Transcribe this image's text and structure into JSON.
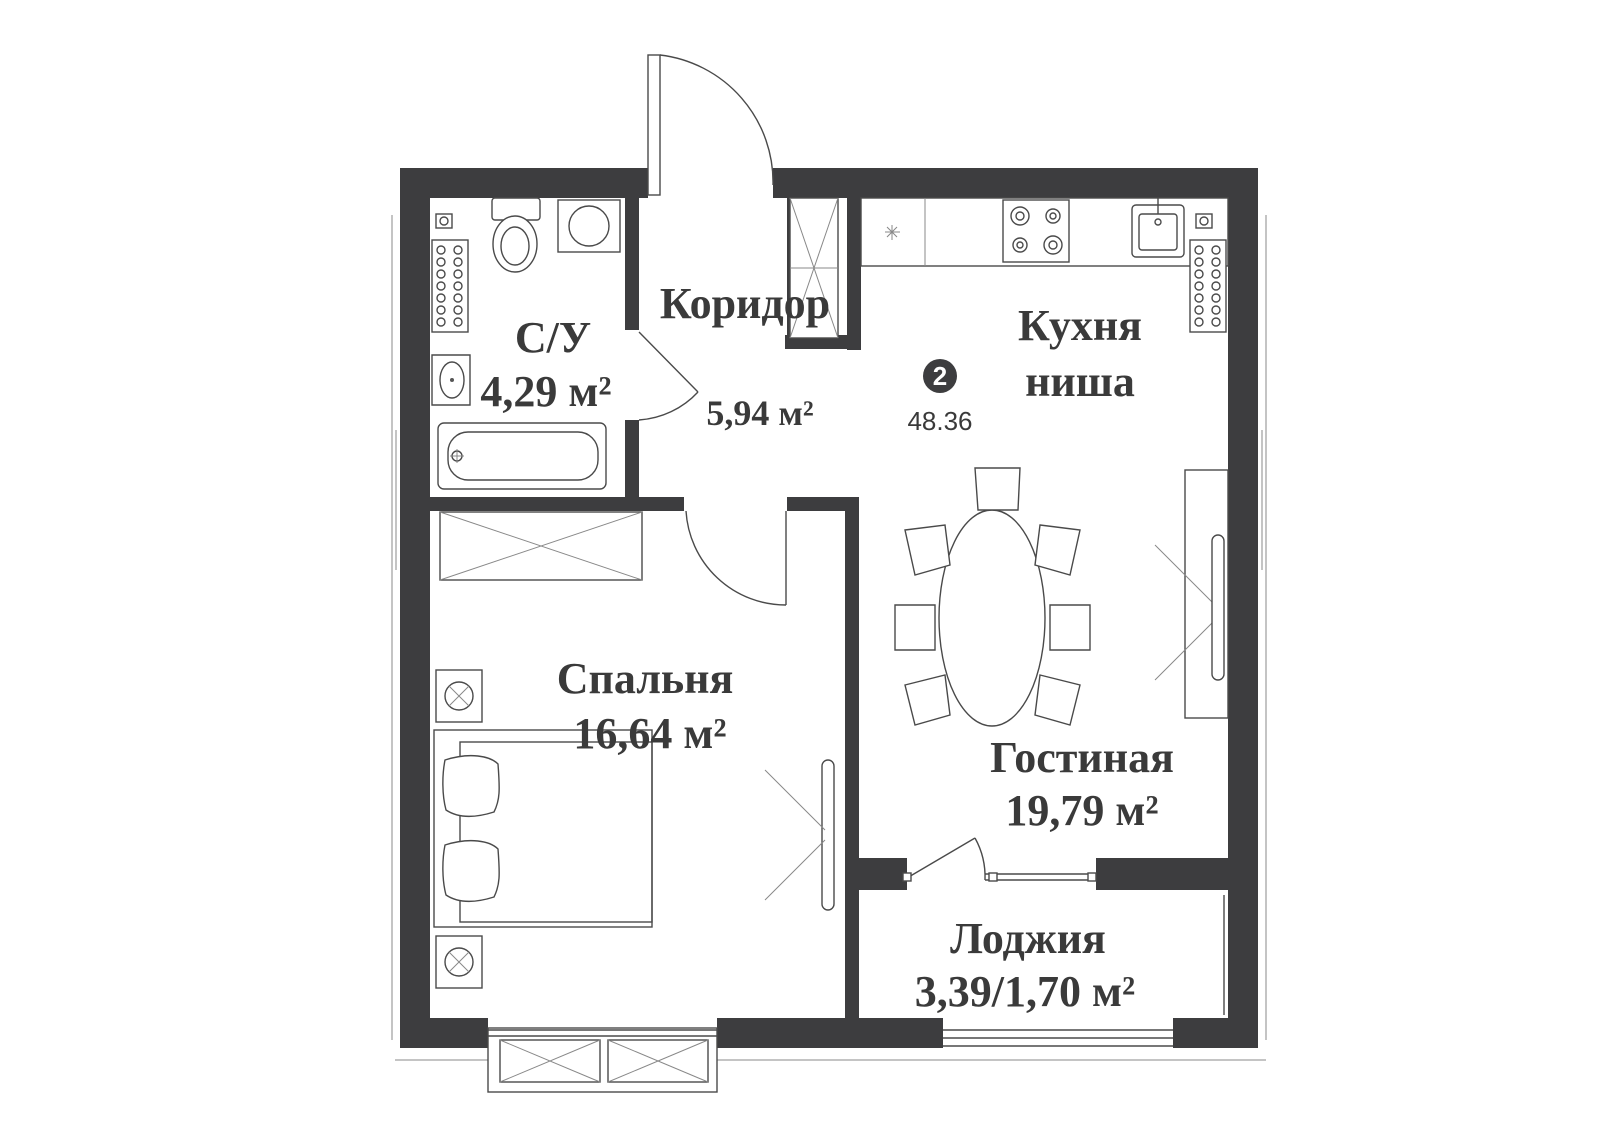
{
  "plan": {
    "unit_badge": "2",
    "total_area": "48.36",
    "rooms": {
      "bathroom": {
        "name": "С/У",
        "area": "4,29 м²"
      },
      "corridor": {
        "name": "Коридор",
        "area": "5,94 м²"
      },
      "kitchen": {
        "name_line1": "Кухня",
        "name_line2": "ниша"
      },
      "bedroom": {
        "name": "Спальня",
        "area": "16,64 м²"
      },
      "living": {
        "name": "Гостиная",
        "area": "19,79 м²"
      },
      "loggia": {
        "name": "Лоджия",
        "area": "3,39/1,70 м²"
      }
    }
  },
  "colors": {
    "wall": "#3d3d3f",
    "line": "#4a4a4a",
    "text": "#3a3a3a"
  }
}
